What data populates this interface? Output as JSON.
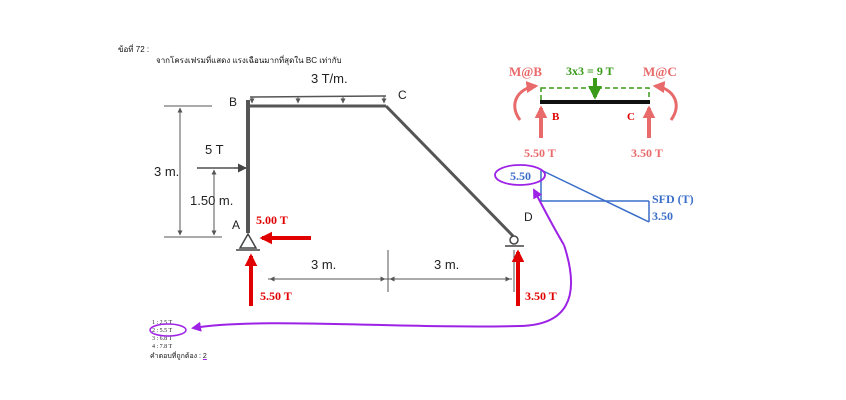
{
  "question": {
    "number": "ข้อที่ 72 :",
    "text": "จากโครงเฟรมที่แสดง แรงเฉือนมากที่สุดใน BC เท่ากับ",
    "choices": [
      "1 : 2.5 T",
      "2 : 5.5 T",
      "3 : 6.8 T",
      "4 : 7.8 T"
    ],
    "answer_label": "คำตอบที่ถูกต้อง :",
    "answer_value": "2"
  },
  "frame": {
    "load_label": "3 T/m.",
    "node_B": "B",
    "node_C": "C",
    "node_A": "A",
    "node_D": "D",
    "horizontal_load": "5 T",
    "dim_height": "3 m.",
    "dim_half_height": "1.50 m.",
    "dim_left_span": "3 m.",
    "dim_right_span": "3 m.",
    "reaction_A_horizontal": "5.00 T",
    "reaction_A_vertical": "5.50 T",
    "reaction_D_vertical": "3.50 T"
  },
  "fbd": {
    "distributed_total": "3x3 = 9 T",
    "moment_B": "M@B",
    "moment_C": "M@C",
    "node_B": "B",
    "node_C": "C",
    "shear_B": "5.50 T",
    "shear_C": "3.50 T"
  },
  "sfd": {
    "title": "SFD (T)",
    "max_value": "5.50",
    "min_value": "3.50"
  },
  "colors": {
    "red": "#e00000",
    "pink": "#e86a6a",
    "green": "#3a9a1a",
    "blue": "#3a6ec8",
    "purple": "#9d22e6"
  }
}
